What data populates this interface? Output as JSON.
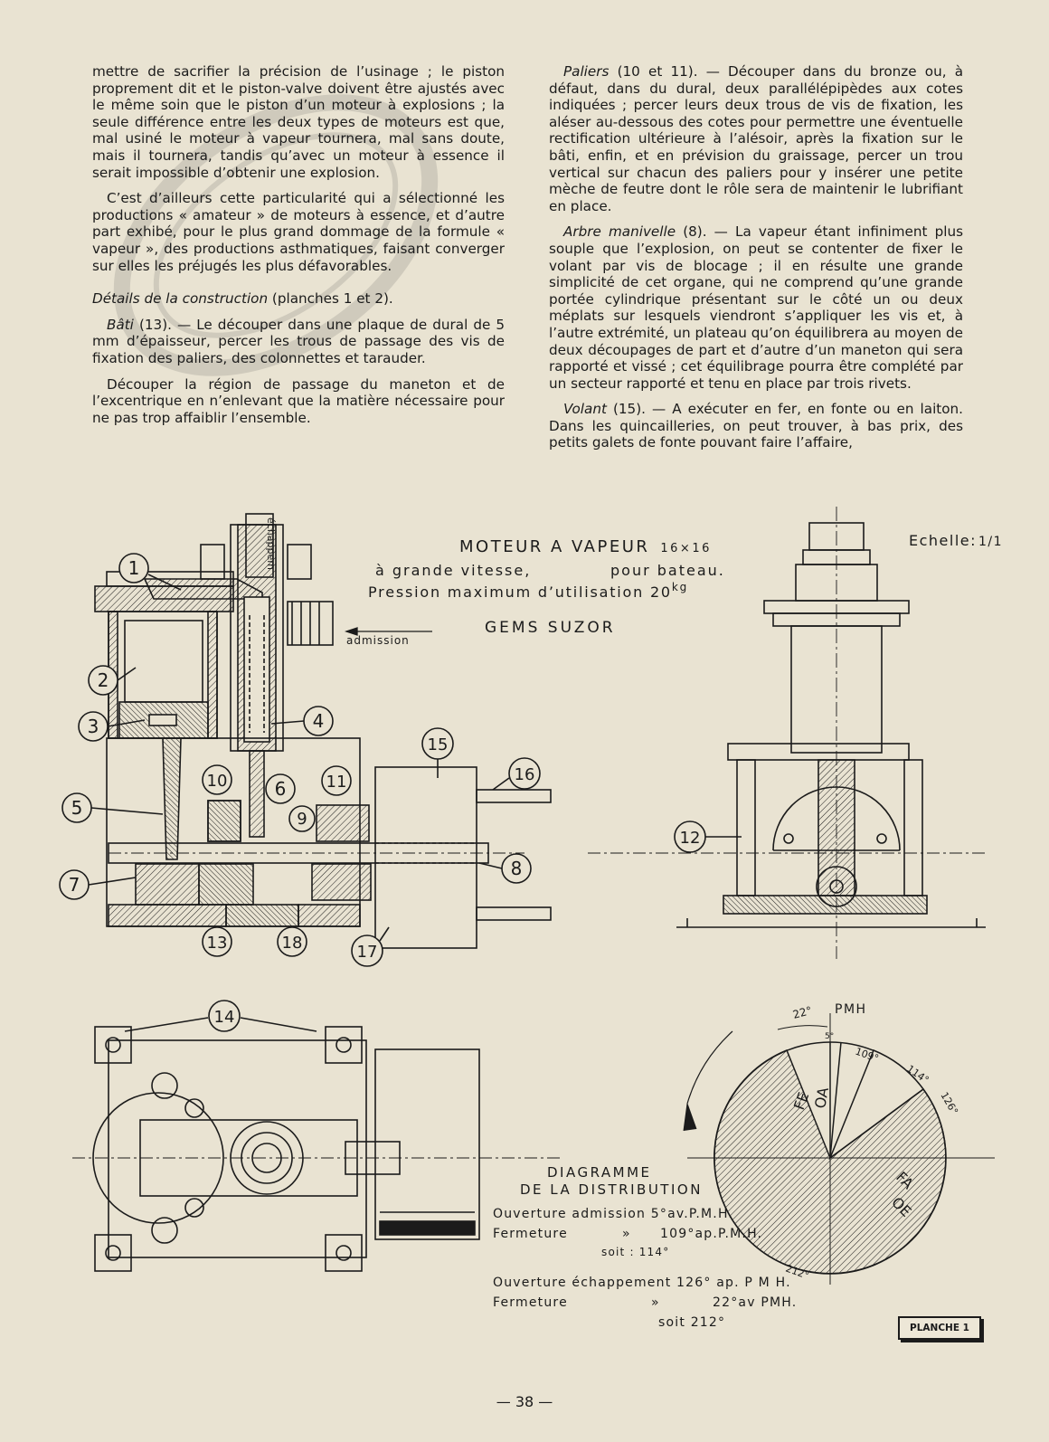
{
  "text": {
    "left": {
      "p1": "mettre de sacrifier la précision de l’usinage ; le piston proprement dit et le piston-valve doivent être ajustés avec le même soin que le piston d’un moteur à explosions ; la seule différence entre les deux types de moteurs est que, mal usiné le moteur à vapeur tournera, mal sans doute, mais il tournera, tandis qu’avec un moteur à essence il serait impossible d’obtenir une explosion.",
      "p2": "C’est d’ailleurs cette particularité qui a sélectionné les productions « amateur » de moteurs à essence, et d’autre part exhibé, pour le plus grand dommage de la formule « vapeur », des productions asthmatiques, faisant converger sur elles les préjugés les plus défavorables.",
      "h_italic": "Détails de la construction",
      "h_rest": " (planches 1 et 2).",
      "bati_italic": "Bâti",
      "bati_rest": " (13). — Le découper dans une plaque de dural de 5 mm d’épaisseur, percer les trous de passage des vis de fixation des paliers, des colonnettes et tarauder.",
      "p3": "Découper la région de passage du maneton et de l’excentrique en n’enlevant que la matière nécessaire pour ne pas trop affaiblir l’ensemble."
    },
    "right": {
      "paliers_italic": "Paliers",
      "paliers_rest": " (10 et 11). — Découper dans du bronze ou, à défaut, dans du dural, deux parallélépipèdes aux cotes indiquées ; percer leurs deux trous de vis de fixation, les aléser au-dessous des cotes pour permettre une éventuelle rectification ultérieure à l’alésoir, après la fixation sur le bâti, enfin, et en prévision du graissage, percer un trou vertical sur chacun des paliers pour y insérer une petite mèche de feutre dont le rôle sera de maintenir le lubrifiant en place.",
      "arbre_italic": "Arbre manivelle",
      "arbre_rest": " (8). — La vapeur étant infiniment plus souple que l’explosion, on peut se contenter de fixer le volant par vis de blocage ; il en résulte une grande simplicité de cet organe, qui ne comprend qu’une grande portée cylindrique présentant sur le côté un ou deux méplats sur lesquels viendront s’appliquer les vis et, à l’autre extrémité, un plateau qu’on équilibrera au moyen de deux découpages de part et d’autre d’un maneton qui sera rapporté et vissé ; cet équilibrage pourra être complété par un secteur rapporté et tenu en place par trois rivets.",
      "volant_italic": "Volant",
      "volant_rest": " (15). — A exécuter en fer, en fonte ou en laiton. Dans les quincailleries, on peut trouver, à bas prix, des petits galets de fonte pouvant faire l’affaire,"
    }
  },
  "drawing": {
    "title_line1": "MOTEUR A VAPEUR",
    "title_dims": "16×16",
    "title_line2a": "à grande vitesse,",
    "title_line2b": "pour bateau.",
    "title_line3": "Pression maximum d’utilisation 20",
    "title_unit": "kg",
    "author": "GEMS SUZOR",
    "scale_label": "Echelle:",
    "scale_value": "1/1",
    "admission": "admission",
    "echappement": "échappem",
    "part_numbers": [
      "1",
      "2",
      "3",
      "4",
      "5",
      "6",
      "7",
      "8",
      "9",
      "10",
      "11",
      "12",
      "13",
      "14",
      "15",
      "16",
      "17",
      "18"
    ],
    "diagram_title1": "DIAGRAMME",
    "diagram_title2": "DE LA DISTRIBUTION",
    "pmh": "PMH",
    "angles": {
      "a22": "22°",
      "a5": "5°",
      "a109": "109°",
      "a114": "114°",
      "a126": "126°",
      "a212": "212°"
    },
    "sector_labels": {
      "fe": "FE",
      "oa": "OA",
      "fa": "FA",
      "oe": "OE"
    },
    "legend": {
      "l1": "Ouverture admission 5°av.P.M.H.",
      "l2a": "Fermeture",
      "l2b": "»",
      "l2c": "109°ap.P.M.H.",
      "l3": "soit : 114°",
      "l4": "Ouverture échappement 126° ap. P M H.",
      "l5a": "Fermeture",
      "l5b": "»",
      "l5c": "22°av PMH.",
      "l6": "soit 212°"
    }
  },
  "planche": "PLANCHE 1",
  "page_number": "— 38 —"
}
